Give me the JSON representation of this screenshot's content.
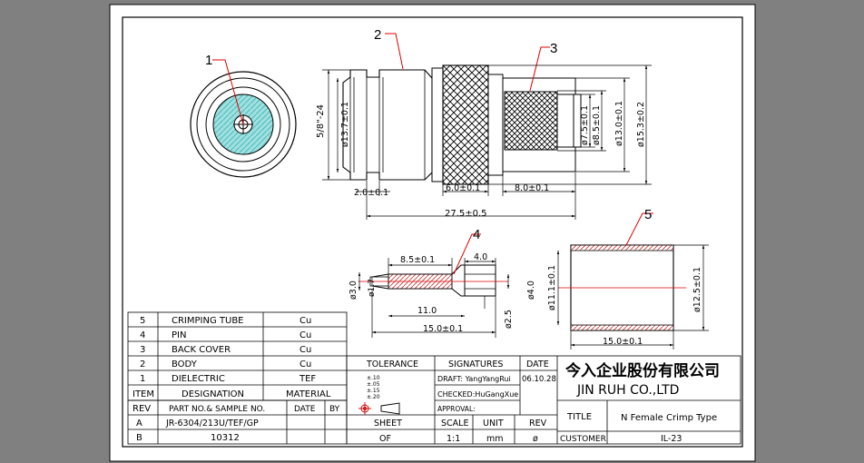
{
  "callouts": {
    "c1": "1",
    "c2": "2",
    "c3": "3",
    "c4": "4",
    "c5": "5"
  },
  "dims": {
    "thread": "5/8\"-24",
    "d137": "ø13.7±0.1",
    "d75": "ø7.5±0.1",
    "d85": "ø8.5±0.1",
    "d130": "ø13.0±0.1",
    "d153": "ø15.3±0.2",
    "len20": "2.0±0.1",
    "len60": "6.0±0.1",
    "len80": "8.0±0.1",
    "len275": "27.5±0.5",
    "len85": "8.5±0.1",
    "len40": "4.0",
    "d30": "ø3.0",
    "d17": "ø1.7",
    "d40": "ø4.0",
    "len110": "11.0",
    "d25": "ø2.5",
    "len150pin": "15.0±0.1",
    "d111": "ø11.1±0.1",
    "d125": "ø12.5±0.1",
    "len150tube": "15.0±0.1"
  },
  "bom": {
    "rows": [
      {
        "item": "5",
        "name": "CRIMPING TUBE",
        "material": "Cu"
      },
      {
        "item": "4",
        "name": "PIN",
        "material": "Cu"
      },
      {
        "item": "3",
        "name": "BACK COVER",
        "material": "Cu"
      },
      {
        "item": "2",
        "name": "BODY",
        "material": "Cu"
      },
      {
        "item": "1",
        "name": "DIELECTRIC",
        "material": "TEF"
      }
    ],
    "header": {
      "item": "ITEM",
      "name": "DESIGNATION",
      "material": "MATERIAL"
    }
  },
  "revtable": {
    "header": {
      "rev": "REV",
      "part": "PART NO.& SAMPLE NO.",
      "date": "DATE",
      "by": "BY"
    },
    "rows": [
      {
        "rev": "A",
        "part": "JR-6304/213U/TEF/GP"
      },
      {
        "rev": "B",
        "part": "10312"
      }
    ]
  },
  "title_block": {
    "tolerance_label": "TOLERANCE",
    "tolerance_lines": [
      "±.10",
      "±.05",
      "±.15",
      "±.20"
    ],
    "signatures_label": "SIGNATURES",
    "date_label": "DATE",
    "draft": "DRAFT: YangYangRui",
    "checked": "CHECKED:HuGangXue",
    "approval": "APPROVAL:",
    "date_value": "06.10.28",
    "company_cn": "今入企业股份有限公司",
    "company_en": "JIN RUH CO.,LTD",
    "sheet_label": "SHEET",
    "scale_label": "SCALE",
    "unit_label": "UNIT",
    "rev_label": "REV",
    "sheet_value": "OF",
    "scale_value": "1:1",
    "unit_value": "mm",
    "rev_value": "ø",
    "title_label": "TITLE",
    "title_value": "N Female Crimp Type",
    "customer_label": "CUSTOMER",
    "customer_value": "IL-23"
  },
  "colors": {
    "background": "#808080",
    "paper": "#ffffff",
    "leader": "#e00000",
    "hatch": "#66cccc",
    "ink": "#000000"
  }
}
